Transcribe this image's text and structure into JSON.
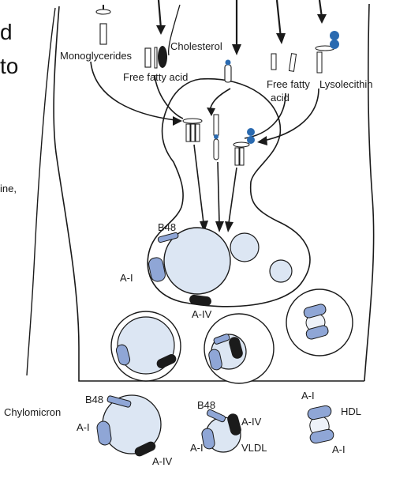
{
  "clipped_text": {
    "line1": "d",
    "line2": "to",
    "line3": "ine,"
  },
  "labels": {
    "monoglycerides": "Monoglycerides",
    "cholesterol": "Cholesterol",
    "free_fatty_acid_1": "Free fatty acid",
    "free_fatty_acid_2a": "Free fatty",
    "free_fatty_acid_2b": "acid",
    "lysolecithin": "Lysolecithin",
    "b48_cell": "B48",
    "a1_cell": "A-I",
    "a4_cell": "A-IV",
    "chylomicron": "Chylomicron",
    "b48_chylo": "B48",
    "a1_chylo": "A-I",
    "a4_chylo": "A-IV",
    "b48_vldl": "B48",
    "a4_vldl": "A-IV",
    "a1_vldl": "A-I",
    "vldl": "VLDL",
    "a1_hdl_top": "A-I",
    "hdl": "HDL",
    "a1_hdl_bottom": "A-I"
  },
  "colors": {
    "particle_fill": "#dce6f3",
    "apo_blue": "#8fa6d6",
    "apo_dark": "#1b1b1b",
    "head_blue": "#2a6ab0",
    "line": "#1a1a1a"
  }
}
